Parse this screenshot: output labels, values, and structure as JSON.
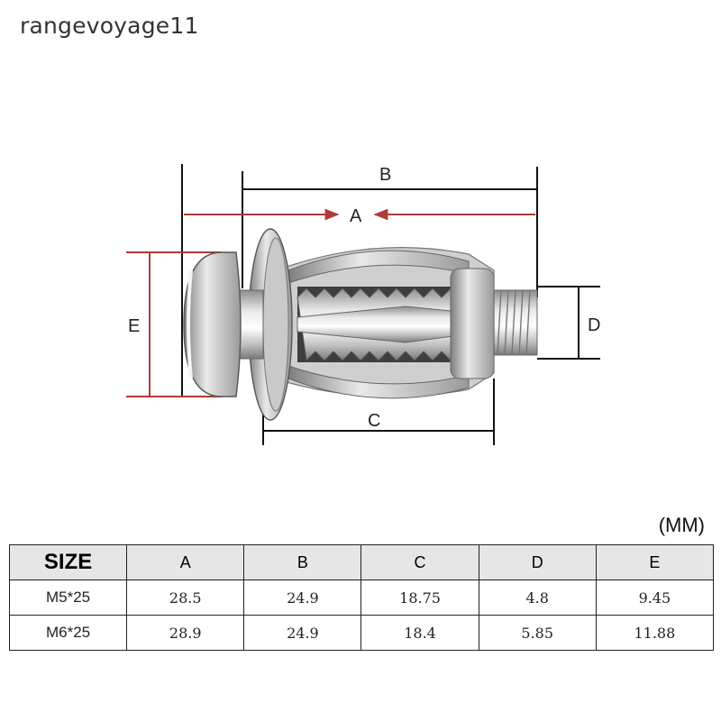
{
  "watermark": "rangevoyage11",
  "dimension_labels": {
    "a": "A",
    "b": "B",
    "c": "C",
    "d": "D",
    "e": "E"
  },
  "unit_label": "(MM)",
  "table": {
    "headers": [
      "SIZE",
      "A",
      "B",
      "C",
      "D",
      "E"
    ],
    "rows": [
      [
        "M5*25",
        "28.5",
        "24.9",
        "18.75",
        "4.8",
        "9.45"
      ],
      [
        "M6*25",
        "28.9",
        "24.9",
        "18.4",
        "5.85",
        "11.88"
      ]
    ]
  },
  "colors": {
    "red_dimension": "#b03a3a",
    "black_dimension": "#111111",
    "metal": "#b8b8b8"
  }
}
